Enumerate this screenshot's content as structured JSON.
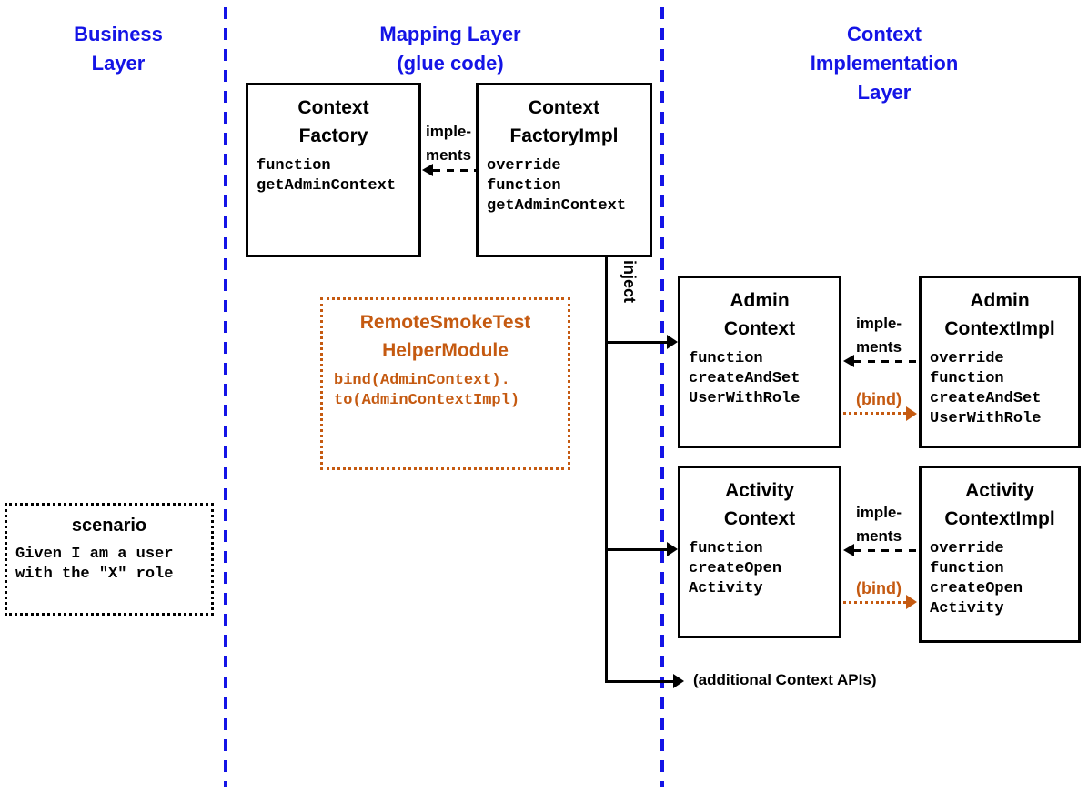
{
  "colors": {
    "layer_blue": "#1414e6",
    "accent_orange": "#C55A11",
    "line_black": "#000000"
  },
  "layers": {
    "business": {
      "label": "Business\nLayer"
    },
    "mapping": {
      "label": "Mapping Layer\n(glue code)"
    },
    "context_impl": {
      "label": "Context\nImplementation\nLayer"
    }
  },
  "boxes": {
    "context_factory": {
      "title": "Context\nFactory",
      "code": "function\ngetAdminContext"
    },
    "context_factory_impl": {
      "title": "Context\nFactoryImpl",
      "code": "override\nfunction\ngetAdminContext"
    },
    "helper_module": {
      "title": "RemoteSmokeTest\nHelperModule",
      "code": "bind(AdminContext).\nto(AdminContextImpl)"
    },
    "admin_context": {
      "title": "Admin\nContext",
      "code": "function\ncreateAndSet\nUserWithRole"
    },
    "admin_context_impl": {
      "title": "Admin\nContextImpl",
      "code": "override\nfunction\ncreateAndSet\nUserWithRole"
    },
    "activity_context": {
      "title": "Activity\nContext",
      "code": "function\ncreateOpen\nActivity"
    },
    "activity_context_impl": {
      "title": "Activity\nContextImpl",
      "code": "override\nfunction\ncreateOpen\nActivity"
    },
    "scenario": {
      "title": "scenario",
      "code": "Given I am a user\nwith the \"X\" role"
    }
  },
  "arrows": {
    "implements_factory": {
      "label": "imple-\nments"
    },
    "implements_admin": {
      "label": "imple-\nments"
    },
    "implements_activity": {
      "label": "imple-\nments"
    },
    "bind_admin": {
      "label": "(bind)"
    },
    "bind_activity": {
      "label": "(bind)"
    },
    "inject": {
      "label": "inject"
    },
    "additional_apis": {
      "label": "(additional Context APIs)"
    }
  }
}
